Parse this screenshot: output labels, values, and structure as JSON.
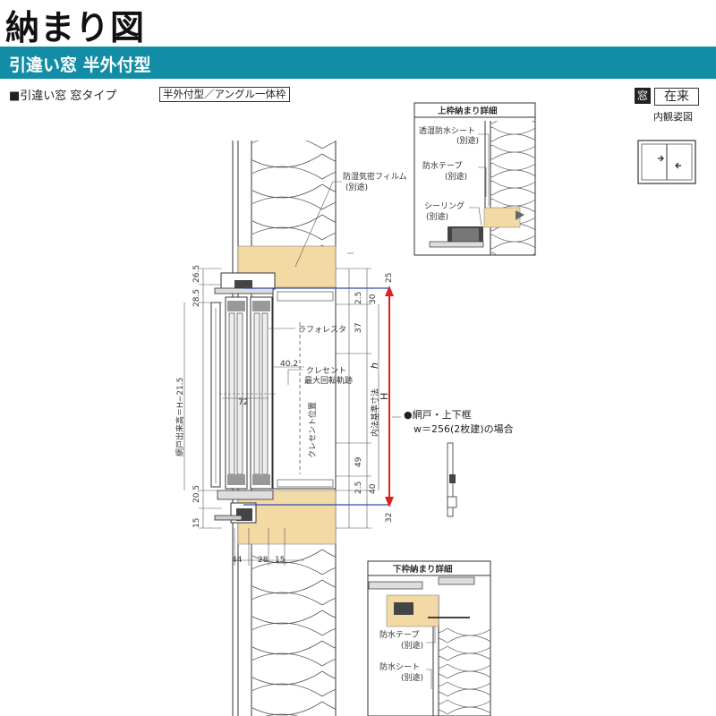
{
  "page_title": "納まり図",
  "section_title": "引違い窓 半外付型",
  "window_type_label": "■引違い窓 窓タイプ",
  "window_type_value": "半外付型／アングル一体枠",
  "badge_mado": "窓",
  "badge_zairai": "在来",
  "interior_view_label": "内観姿図",
  "top_detail": {
    "title": "上枠納まり詳細",
    "labels": [
      "透湿防水シート",
      "(別途)",
      "防水テープ",
      "(別途)",
      "シーリング",
      "(別途)"
    ]
  },
  "bottom_detail": {
    "title": "下枠納まり詳細",
    "labels": [
      "防水テープ",
      "(別途)",
      "防水シート",
      "(別途)"
    ]
  },
  "annotations": {
    "film": "防湿気密フィルム",
    "film_note": "(別途)",
    "lath": "ラフォレスタ",
    "crescent_track": "クレセント",
    "crescent_track2": "最大回転軌跡",
    "crescent_position": "クレセント位置",
    "inner_ref": "内法基準寸法",
    "inner_ref_h": "h",
    "H": "H",
    "screen_height": "網戸出来高＝H−21.5",
    "screen_note": "●網戸・上下框",
    "screen_w": "w＝256(2枚建)の場合"
  },
  "dimensions": {
    "d26_5": "26.5",
    "d28_5": "28.5",
    "d25": "25",
    "d2_5a": "2.5",
    "d30": "30",
    "d37": "37",
    "d40_2": "40.2",
    "d72": "72",
    "d49": "49",
    "d2_5b": "2.5",
    "d40": "40",
    "d20_5": "20.5",
    "d15a": "15",
    "d32": "32",
    "d44": "44",
    "d28": "28",
    "d15b": "15"
  },
  "colors": {
    "header_bar": "#138da6",
    "wood": "#f3d9a4",
    "red_arrow": "#e0201c",
    "blue_line": "#2b4fb0"
  }
}
